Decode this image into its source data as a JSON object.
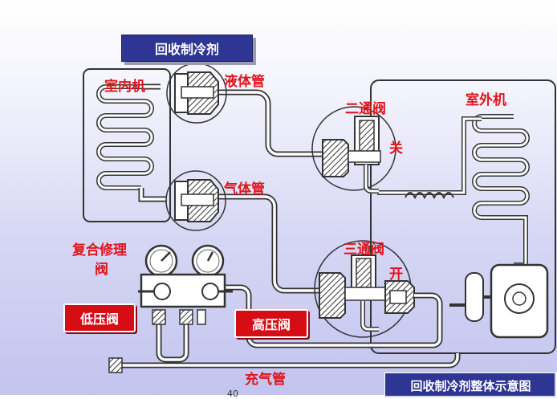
{
  "title": "回收制冷剂",
  "labels": {
    "indoor_unit": "室内机",
    "liquid_pipe": "液体管",
    "gas_pipe": "气体管",
    "two_way_valve": "二通阀",
    "close": "关",
    "outdoor_unit": "室外机",
    "three_way_valve": "三通阀",
    "open": "开",
    "manifold_line1": "复合修理",
    "manifold_line2": "阀",
    "low_pressure_valve": "低压阀",
    "high_pressure_valve": "高压阀",
    "charge_hose": "充气管"
  },
  "caption": "回收制冷剂整体示意图",
  "page_number": "40"
}
